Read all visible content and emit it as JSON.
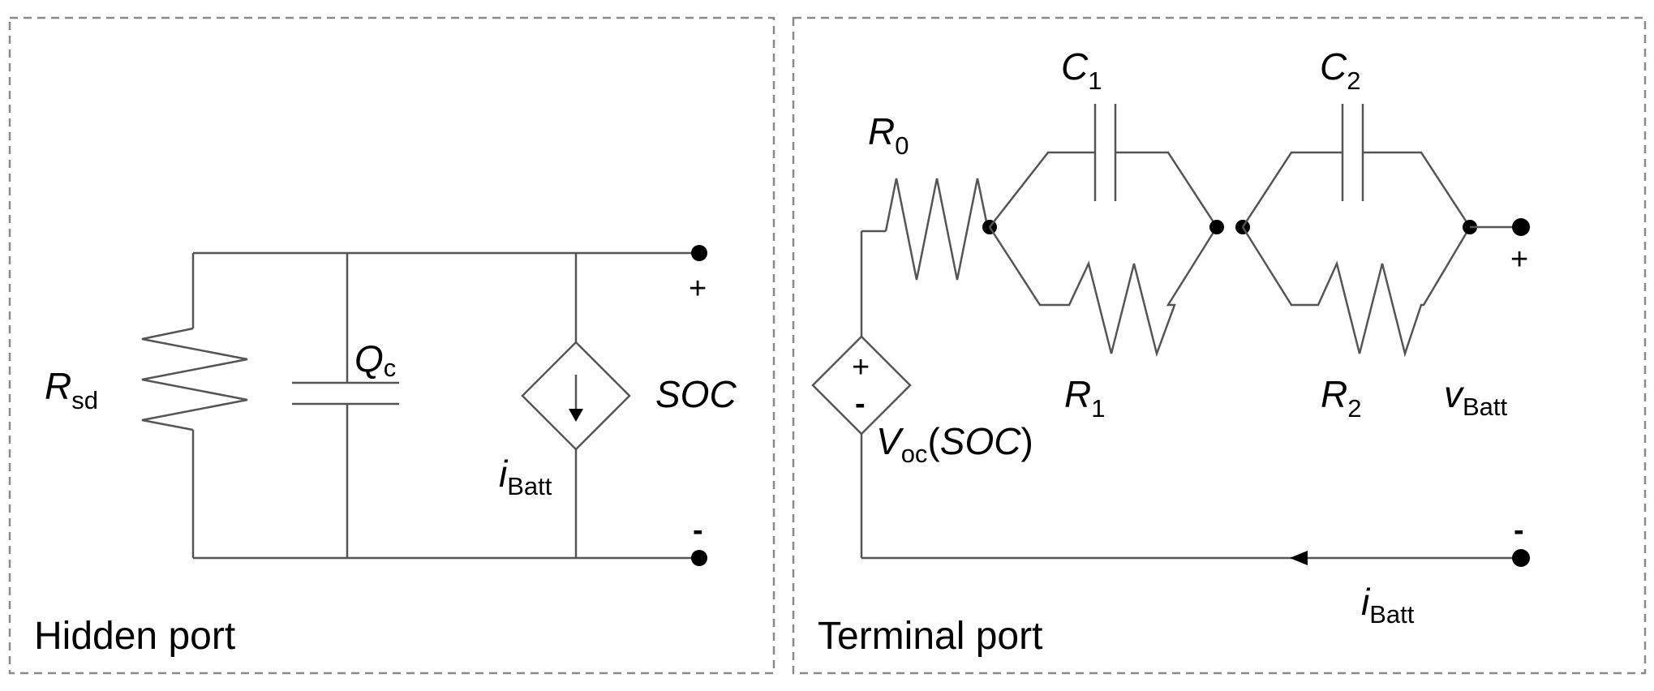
{
  "panels": {
    "hidden": {
      "title": "Hidden port"
    },
    "terminal": {
      "title": "Terminal port"
    }
  },
  "hidden_circuit": {
    "rsd": {
      "main": "R",
      "sub": "sd"
    },
    "qc": {
      "main": "Q",
      "sub": "c"
    },
    "source": {
      "main": "i",
      "sub": "Batt"
    },
    "soc": "SOC",
    "plus": "+",
    "minus": "-"
  },
  "terminal_circuit": {
    "r0": {
      "main": "R",
      "sub": "0"
    },
    "c1": {
      "main": "C",
      "sub": "1"
    },
    "c2": {
      "main": "C",
      "sub": "2"
    },
    "r1": {
      "main": "R",
      "sub": "1"
    },
    "r2": {
      "main": "R",
      "sub": "2"
    },
    "voc": {
      "main": "V",
      "sub": "oc",
      "arg_open": "(",
      "arg": "SOC",
      "arg_close": ")"
    },
    "vbatt": {
      "main": "v",
      "sub": "Batt"
    },
    "ibatt": {
      "main": "i",
      "sub": "Batt"
    },
    "plus": "+",
    "minus": "-",
    "source_plus": "+",
    "source_minus": "-"
  }
}
